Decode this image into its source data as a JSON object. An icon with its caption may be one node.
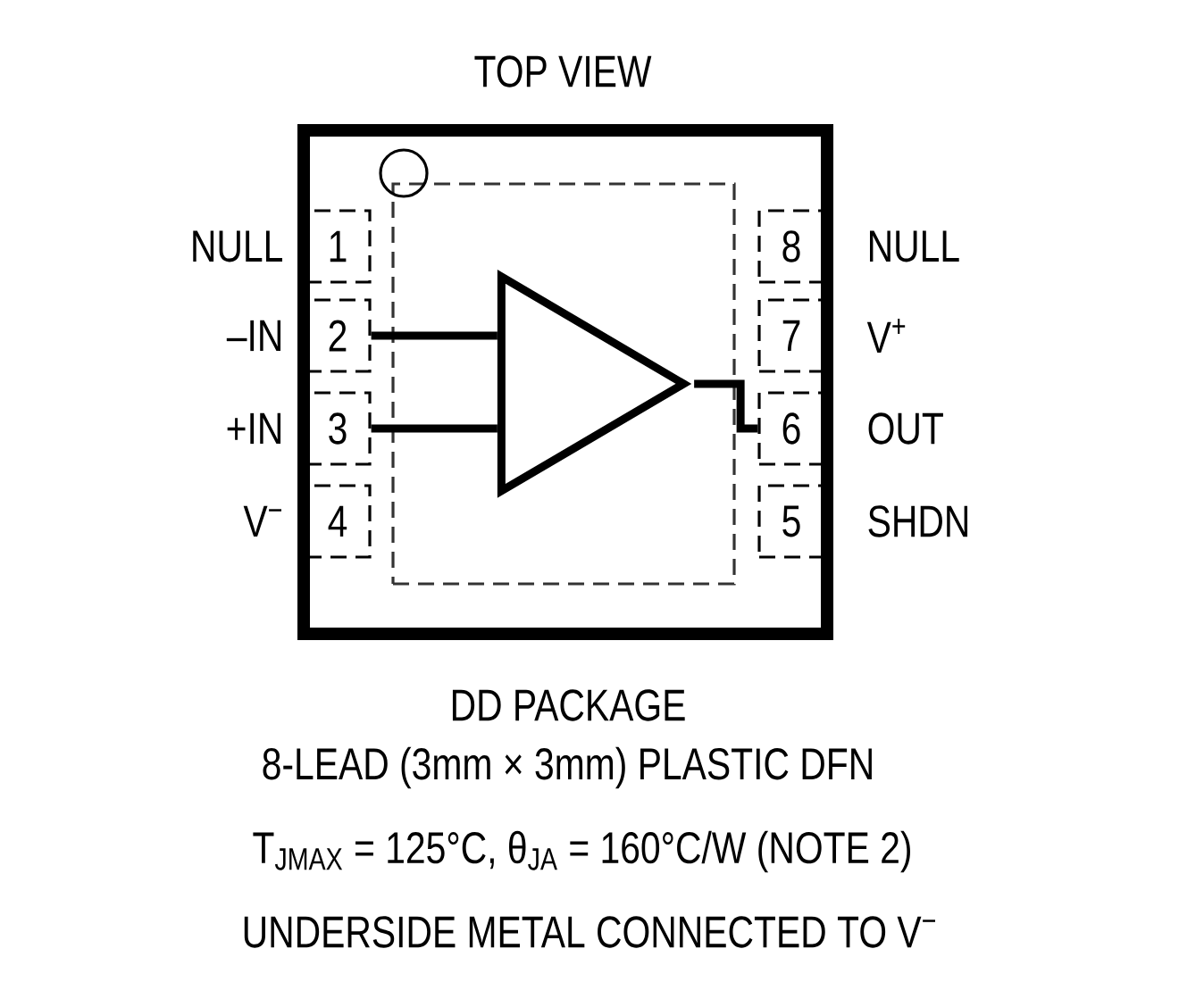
{
  "diagram": {
    "title": "TOP VIEW",
    "nodes": [
      {
        "text": [],
        "shape": "box"
      },
      {
        "text": [],
        "shape": "box",
        "in": 0
      },
      {
        "text": [
          "1"
        ],
        "in": 0,
        "beside": [
          "NULL"
        ]
      },
      {
        "text": [
          "2"
        ],
        "in": 0,
        "beside": [
          "–IN"
        ]
      },
      {
        "text": [
          "3"
        ],
        "in": 0,
        "beside": [
          "+IN"
        ]
      },
      {
        "text": [
          "4"
        ],
        "in": 0,
        "beside": [
          "V$^{−}$"
        ]
      },
      {
        "text": [
          "5"
        ],
        "in": 0,
        "beside": [
          "SHDN"
        ]
      },
      {
        "text": [
          "6"
        ],
        "in": 0,
        "beside": [
          "OUT"
        ]
      },
      {
        "text": [
          "7"
        ],
        "in": 0,
        "beside": [
          "V$^{+}$"
        ]
      },
      {
        "text": [
          "8"
        ],
        "in": 0,
        "beside": [
          "NULL"
        ]
      },
      {
        "text": [],
        "shape": "triangle",
        "in": 1
      }
    ],
    "edges": [
      {
        "from": 3,
        "to": 10,
        "arrow": "none"
      },
      {
        "from": 4,
        "to": 10,
        "arrow": "none"
      },
      {
        "from": 10,
        "to": 7,
        "arrow": "none"
      }
    ],
    "labels": [
      "DD PACKAGE",
      "8-LEAD (3mm × 3mm) PLASTIC DFN",
      "T$_{JMAX}$ = 125°C, θ$_{JA}$ = 160°C/W (NOTE 2)",
      "UNDERSIDE METAL CONNECTED TO V$^{−}$"
    ]
  }
}
